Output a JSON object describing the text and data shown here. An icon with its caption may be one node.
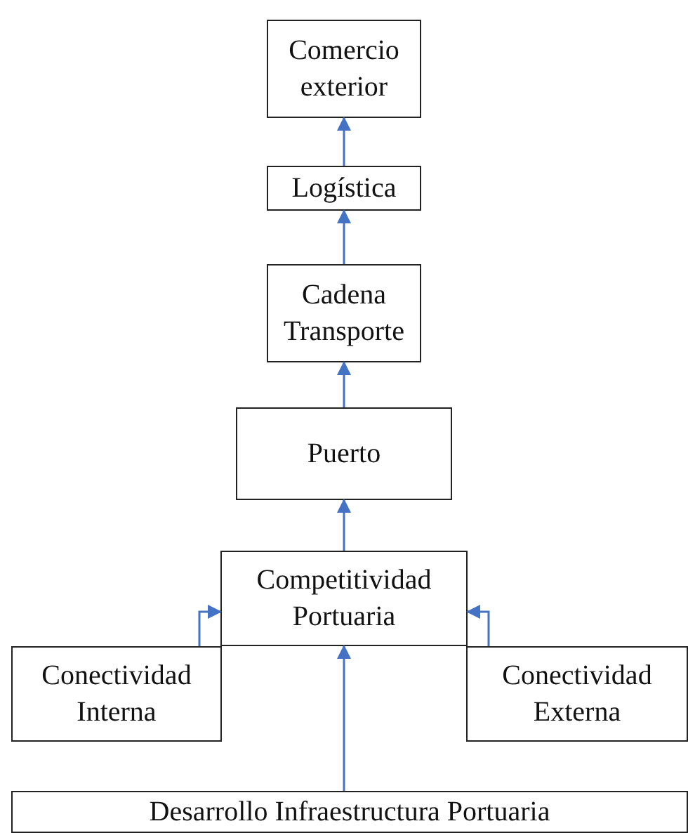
{
  "diagram": {
    "nodes": [
      {
        "text": [
          "Comercio exterior"
        ]
      },
      {
        "text": [
          "Logística"
        ]
      },
      {
        "text": [
          "Cadena Transporte"
        ]
      },
      {
        "text": [
          "Puerto"
        ]
      },
      {
        "text": [
          "Competitividad Portuaria"
        ]
      },
      {
        "text": [
          "Conectividad Interna"
        ]
      },
      {
        "text": [
          "Conectividad Externa"
        ]
      },
      {
        "text": [
          "Desarrollo Infraestructura Portuaria"
        ]
      }
    ],
    "edges": [
      {
        "from": 1,
        "to": 0,
        "arrow": "to"
      },
      {
        "from": 2,
        "to": 1,
        "arrow": "to"
      },
      {
        "from": 3,
        "to": 2,
        "arrow": "to"
      },
      {
        "from": 4,
        "to": 3,
        "arrow": "to"
      },
      {
        "from": 5,
        "to": 4,
        "arrow": "to"
      },
      {
        "from": 6,
        "to": 4,
        "arrow": "to"
      },
      {
        "from": 7,
        "to": 4,
        "arrow": "to"
      }
    ]
  }
}
